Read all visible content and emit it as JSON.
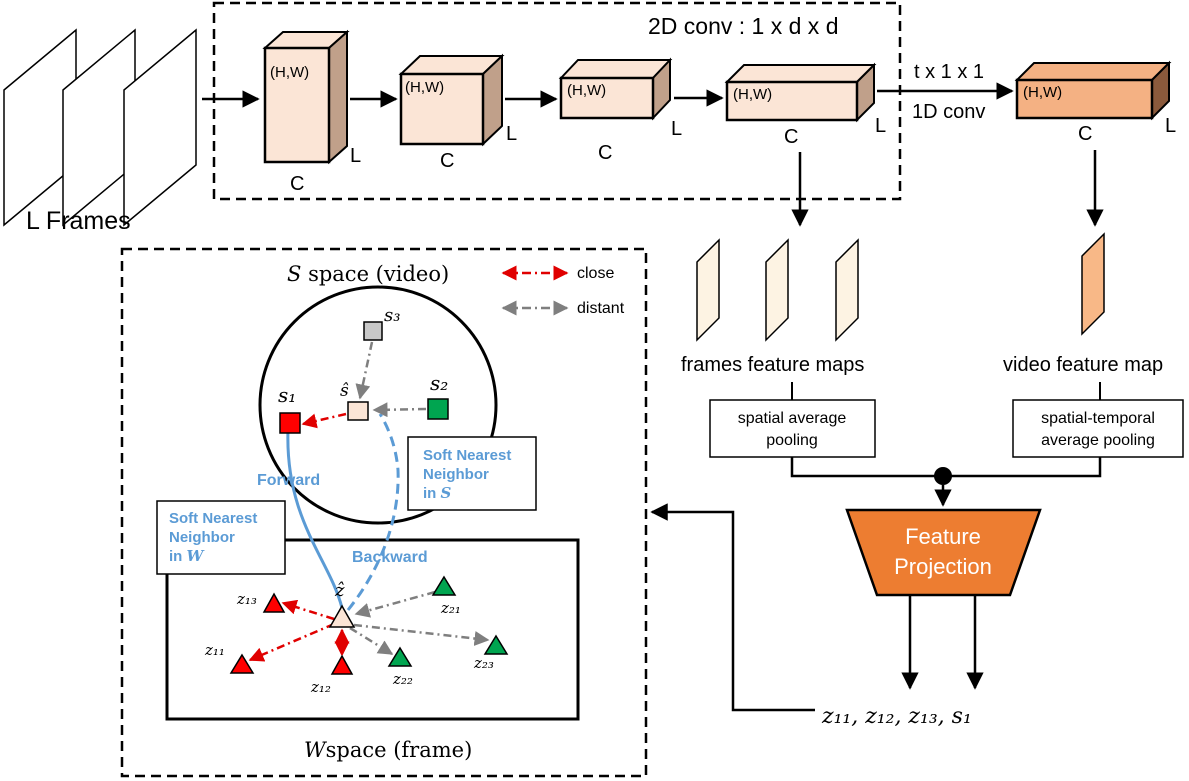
{
  "colors": {
    "cube_light": "#fbe5d6",
    "cube_dark_front": "#f4b183",
    "feature_map_light": "#fdf3e3",
    "feature_map_dark": "#f8b887",
    "projection": "#ed7d31",
    "close_arrow": "#e00000",
    "distant_arrow": "#7f7f7f",
    "soft_nn_blue": "#5b9bd5",
    "s1_red": "#ff0000",
    "s2_green": "#00a550",
    "s3_gray": "#c8c8c8",
    "shat_peach": "#fbe5d6"
  },
  "input": {
    "label": "L Frames"
  },
  "conv2d": {
    "title": "2D conv : 1 x d x d",
    "blocks": [
      {
        "hw": "(H,W)",
        "c": "C",
        "l": "L"
      },
      {
        "hw": "(H,W)",
        "c": "C",
        "l": "L"
      },
      {
        "hw": "(H,W)",
        "c": "C",
        "l": "L"
      },
      {
        "hw": "(H,W)",
        "c": "C",
        "l": "L"
      }
    ]
  },
  "conv1d": {
    "top_label": "t x 1 x 1",
    "bottom_label": "1D conv",
    "block": {
      "hw": "(H,W)",
      "c": "C",
      "l": "L"
    }
  },
  "frames_branch": {
    "maps_label": "frames feature maps",
    "pool_line1": "spatial average",
    "pool_line2": "pooling"
  },
  "video_branch": {
    "map_label": "video feature map",
    "pool_line1": "spatial-temporal",
    "pool_line2": "average pooling"
  },
  "projection": {
    "line1": "Feature",
    "line2": "Projection"
  },
  "outputs": {
    "label": "z₁₁, z₁₂, z₁₃, s₁"
  },
  "legend": {
    "close": "close",
    "distant": "distant"
  },
  "s_space": {
    "title_symbol": "S",
    "title_text": " space (video)",
    "nodes": {
      "s1": "s₁",
      "s2": "s₂",
      "s3": "s₃",
      "shat": "ŝ"
    },
    "forward": "Forward",
    "soft_nn_s_line1": "Soft Nearest",
    "soft_nn_s_line2": "Neighbor",
    "soft_nn_s_line3_prefix": "in ",
    "soft_nn_s_line3_symbol": "S"
  },
  "w_space": {
    "title_symbol": "W",
    "title_text": "space (frame)",
    "backward": "Backward",
    "soft_nn_w_line1": "Soft Nearest",
    "soft_nn_w_line2": "Neighbor",
    "soft_nn_w_line3_prefix": "in ",
    "soft_nn_w_line3_symbol": "W",
    "nodes": {
      "zhat": "ẑ",
      "z11": "z₁₁",
      "z12": "z₁₂",
      "z13": "z₁₃",
      "z21": "z₂₁",
      "z22": "z₂₂",
      "z23": "z₂₃"
    }
  }
}
